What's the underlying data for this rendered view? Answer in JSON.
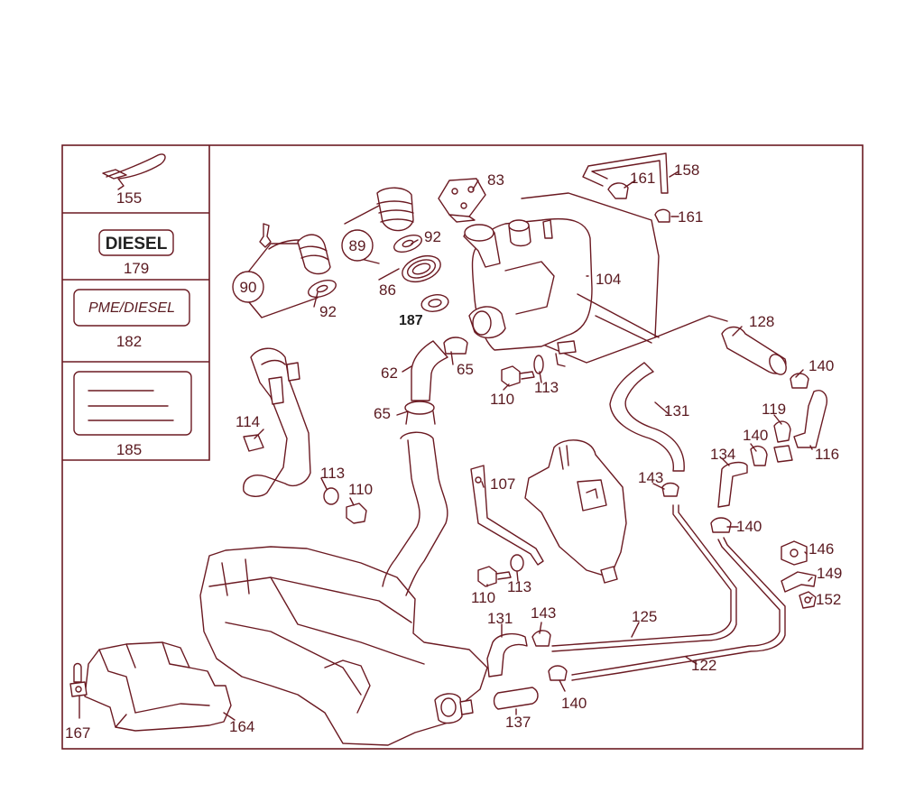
{
  "colors": {
    "line": "#6b1a22",
    "text": "#5a1a20",
    "background": "#ffffff"
  },
  "legend": {
    "items": [
      {
        "number": "155",
        "icon": "cable-tie-icon"
      },
      {
        "number": "179",
        "tag_text": "DIESEL"
      },
      {
        "number": "182",
        "tag_text": "PME/DIESEL"
      },
      {
        "number": "185",
        "icon": "blank-label-icon"
      }
    ]
  },
  "callouts": {
    "n83": "83",
    "n161a": "161",
    "n158": "158",
    "n161b": "161",
    "n89": "89",
    "n92a": "92",
    "n90": "90",
    "n92b": "92",
    "n86": "86",
    "n187": "187",
    "n104": "104",
    "n128": "128",
    "n140a": "140",
    "n119": "119",
    "n140b": "140",
    "n116": "116",
    "n62": "62",
    "n65a": "65",
    "n65b": "65",
    "n110a": "110",
    "n113a": "113",
    "n114": "114",
    "n113b": "113",
    "n110b": "110",
    "n131a": "131",
    "n134": "134",
    "n107": "107",
    "n143a": "143",
    "n140c": "140",
    "n146": "146",
    "n149": "149",
    "n152": "152",
    "n110c": "110",
    "n113c": "113",
    "n131b": "131",
    "n143b": "143",
    "n125": "125",
    "n122": "122",
    "n140d": "140",
    "n137": "137",
    "n164": "164",
    "n167": "167"
  }
}
